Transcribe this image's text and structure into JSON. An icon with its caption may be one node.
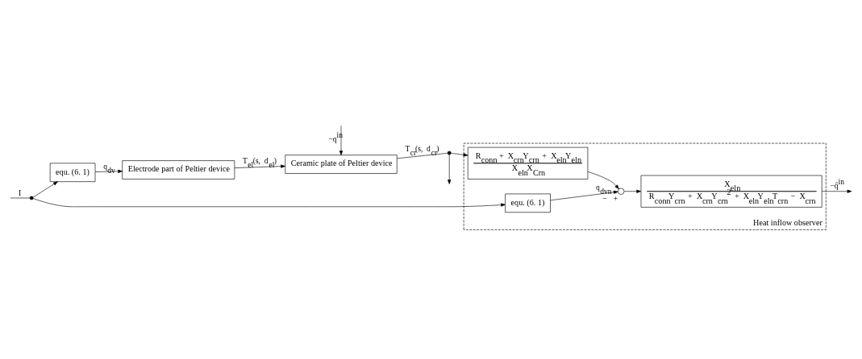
{
  "diagram": {
    "nodes": [
      {
        "text": [],
        "shape": "dot"
      },
      {
        "text": [
          "equ. (6. 1)"
        ]
      },
      {
        "text": [
          "Electrode part of Peltier device"
        ]
      },
      {
        "text": [
          "Ceramic plate of Peltier device"
        ]
      },
      {
        "text": [],
        "shape": "dot"
      },
      {
        "text": [
          "Heat inflow observer"
        ]
      },
      {
        "text": [
          "equ. (6. 1)"
        ],
        "in": 5
      },
      {
        "text": [],
        "shape": "circle",
        "in": 5,
        "beside": [
          "−",
          "+"
        ]
      },
      {
        "text": [
          "R$_{conn}$ + X$_{crn}$Y$_{crn}$ + X$_{eln}$Y$_{eln}$",
          "X$_{eln}$X$_{Crn}$"
        ],
        "in": 5
      },
      {
        "text": [
          "X$_{eln}$",
          "R$_{conn}$Y$_{crn}$ + X$_{crn}$Y$_{crn}$$^{2}$ + X$_{eln}$Y$_{eln}$T$_{crn}$ − X$_{crn}$"
        ],
        "in": 5
      }
    ],
    "edges": [
      {
        "from": null,
        "to": 0,
        "arrow": "none",
        "label": "I"
      },
      {
        "from": 0,
        "to": 1,
        "arrow": "to"
      },
      {
        "from": 1,
        "to": 2,
        "arrow": "to",
        "label": "q$_{dv}$"
      },
      {
        "from": 2,
        "to": 3,
        "arrow": "to",
        "label": "T$_{el}$(s, d$_{el}$)"
      },
      {
        "from": null,
        "to": 3,
        "arrow": "to",
        "label": "−q$^{in}$"
      },
      {
        "from": 3,
        "to": 4,
        "arrow": "none",
        "label": "T$_{cr}$(s, d$_{cr}$)"
      },
      {
        "from": 4,
        "to": null,
        "arrow": "to"
      },
      {
        "from": 0,
        "to": 6,
        "arrow": "to"
      },
      {
        "from": 4,
        "to": 8,
        "arrow": "to"
      },
      {
        "from": 6,
        "to": 7,
        "arrow": "to",
        "label": "q$_{dvn}$"
      },
      {
        "from": 8,
        "to": 7,
        "arrow": "to"
      },
      {
        "from": 7,
        "to": 9,
        "arrow": "to"
      },
      {
        "from": 9,
        "to": null,
        "arrow": "to",
        "label": "−q̂$^{in}$"
      }
    ]
  }
}
